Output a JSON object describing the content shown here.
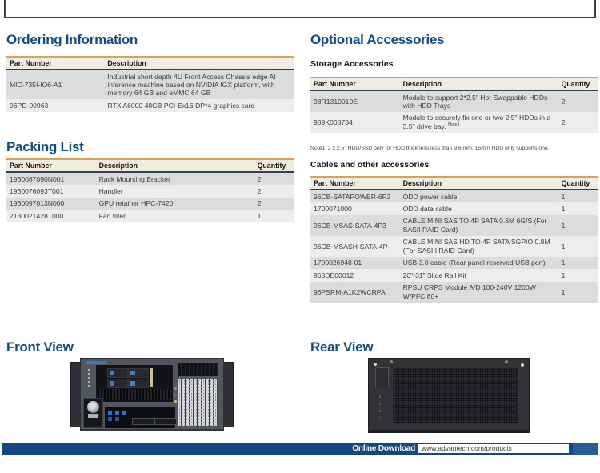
{
  "ordering": {
    "title": "Ordering Information",
    "table": {
      "headers": [
        "Part Number",
        "Description"
      ],
      "rows": [
        [
          "MIC-735I-IO6-A1",
          "Industrial short depth 4U Front Access Chassis edge AI inference machine based on NVIDIA IGX platform, with memory 64 GB and eMMC 64 GB"
        ],
        [
          "96PD-00963",
          "RTX A6000 48GB PCI-Ex16 DP*4 graphics card"
        ]
      ]
    }
  },
  "packing": {
    "title": "Packing List",
    "table": {
      "headers": [
        "Part Number",
        "Description",
        "Quantity"
      ],
      "rows": [
        [
          "1960087090N001",
          "Rack Mounting Bracket",
          "2"
        ],
        [
          "1960076093T001",
          "Handler",
          "2"
        ],
        [
          "1960097013N000",
          "GPU retainer HPC-7420",
          "2"
        ],
        [
          "2130021428T000",
          "Fan filter",
          "1"
        ]
      ]
    }
  },
  "optional": {
    "title": "Optional Accessories",
    "storage": {
      "subtitle": "Storage Accessories",
      "table": {
        "headers": [
          "Part Number",
          "Description",
          "Quantity"
        ],
        "rows": [
          [
            "98R1310010E",
            "Module to support 2*2.5\" Hot-Swappable HDDs with HDD Trays",
            "2"
          ],
          [
            "989K008734",
            {
              "text": "Module to securely fix one or two 2.5\" HDDs in a 3.5\" drive bay.",
              "sup": "Note1"
            },
            "2"
          ]
        ]
      },
      "note": "Note1: 2 x 2.5\" HDD/SSD only for HDD thickness less than 9.6 mm, 15mm HDD only supports one."
    },
    "cables": {
      "subtitle": "Cables and other accessories",
      "table": {
        "headers": [
          "Part Number",
          "Description",
          "Quantity"
        ],
        "rows": [
          [
            "96CB-SATAPOWER-6P2",
            "ODD power cable",
            "1"
          ],
          [
            "1700071000",
            "ODD data cable",
            "1"
          ],
          [
            "96CB-MSAS-SATA-4P3",
            "CABLE MINI SAS TO 4P SATA 0.6M 6G/S (For SASII RAID Card)",
            "1"
          ],
          [
            "96CB-MSASH-SATA-4P",
            "CABLE MINI SAS HD TO 4P SATA SGPIO 0.8M (For SASIII RAID Card)",
            "1"
          ],
          [
            "1700026948-01",
            "USB 3.0 cable (Rear panel reserved USB port)",
            "1"
          ],
          [
            "968DE00012",
            "20\"-31\" Slide Rail Kit",
            "1"
          ],
          [
            "96PSRM-A1K2WCRPA",
            "RPSU CRPS Module A/D 100-240V 1200W W/PFC 80+",
            "1"
          ]
        ]
      }
    }
  },
  "front_view": {
    "title": "Front View"
  },
  "rear_view": {
    "title": "Rear View"
  },
  "footer": {
    "label": "Online Download",
    "url": "www.advantech.com/products"
  },
  "colors": {
    "heading_blue": "#0E4C82",
    "footer_navy": "#154880",
    "table_header_bg": "#F1ECE0",
    "table_header_top_border": "#D5A35D",
    "row_dark": "#DADCDE",
    "row_light": "#ECEDEF"
  }
}
